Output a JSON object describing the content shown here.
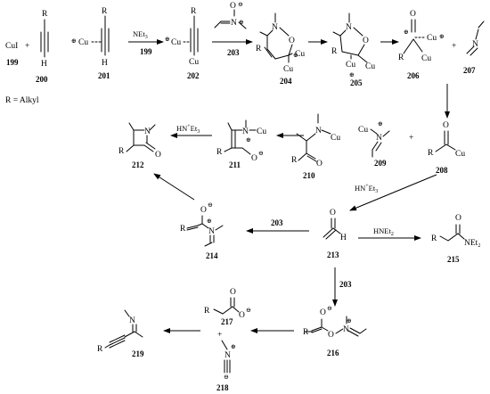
{
  "compounds": {
    "c199": "199",
    "c200": "200",
    "c201": "201",
    "c202": "202",
    "c204": "204",
    "c205": "205",
    "c206": "206",
    "c207": "207",
    "c208": "208",
    "c209": "209",
    "c210": "210",
    "c211": "211",
    "c212": "212",
    "c213": "213",
    "c214": "214",
    "c215": "215",
    "c216": "216",
    "c217": "217",
    "c218": "218",
    "c219": "219"
  },
  "reagents": {
    "net3": "NEt",
    "net3_sub": "3",
    "cat199": "199",
    "nitrone203_top": "203",
    "r203_a": "203",
    "r203_b": "203",
    "hnet3_top": "HN",
    "hnet3_top_sub": "Et",
    "hnet3_top_subscript": "3",
    "hnet3_mid": "HN",
    "hnet3_mid_sub": "Et",
    "hnet3_mid_subscript": "3",
    "hnet2": "HNEt",
    "hnet2_sub": "2"
  },
  "atoms": {
    "cui": "CuI",
    "plus": "+",
    "R": "R",
    "H": "H",
    "Cu": "Cu",
    "N": "N",
    "O": "O",
    "NEt2": "NEt",
    "NEt2_sub": "2"
  },
  "legend": {
    "r_def": "R = Alkyl"
  },
  "charges": {
    "pos": "⊕",
    "neg": "⊖"
  }
}
